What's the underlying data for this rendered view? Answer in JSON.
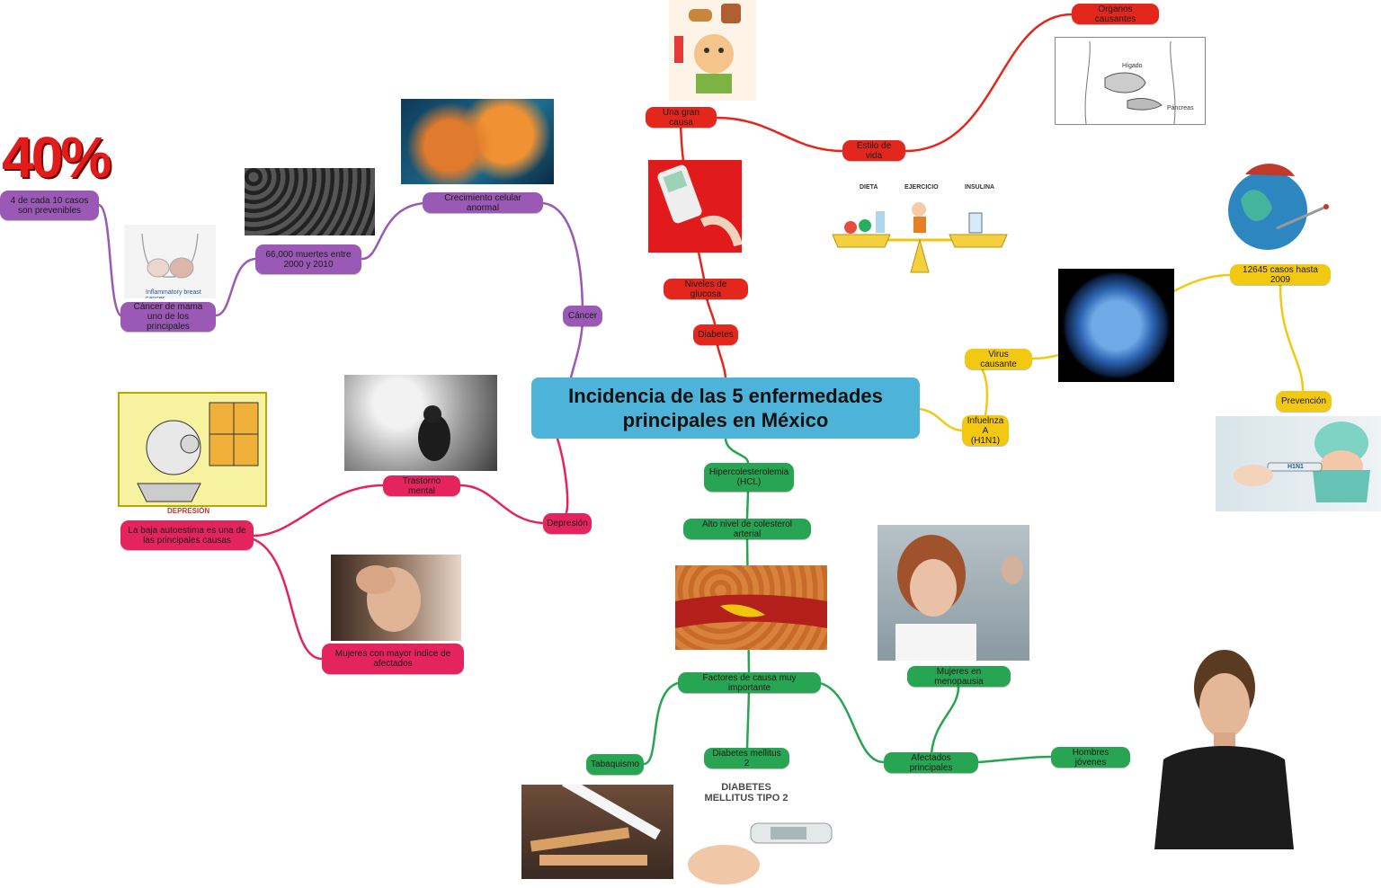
{
  "central": {
    "line1": "Incidencia de las 5 enfermedades",
    "line2": "principales en México"
  },
  "cancer": {
    "root": "Cáncer",
    "crecimiento": "Crecimiento celular anormal",
    "muertes": "66,000 muertes entre 2000 y 2010",
    "mama": "Cáncer de mama uno de los principales",
    "prevenibles": "4 de cada 10 casos son prevenibles",
    "percent": "40%",
    "breast_caption": "Inflammatory breast cancer"
  },
  "diabetes": {
    "root": "Diabetes",
    "glucosa": "Niveles de glucosa",
    "causa": "Una gran causa",
    "estilo": "Estilo de vida",
    "organos": "Organos causantes",
    "liver_label": "Hígado",
    "pancreas_label": "Páncreas",
    "balance_labels": [
      "DIETA",
      "EJERCICIO",
      "INSULINA"
    ]
  },
  "influenza": {
    "root": "Infuelnza A (H1N1)",
    "virus": "Virus causante",
    "casos": "12645 casos hasta 2009",
    "prevencion": "Prevención",
    "mask_label": "H1N1"
  },
  "depresion": {
    "root": "Depresión",
    "trastorno": "Trastorno mental",
    "autoestima": "La baja autoestima es una de las principales causas",
    "mujeres": "Mujeres con mayor índice de afectados",
    "cartoon_caption": "DEPRESIÓN"
  },
  "hcl": {
    "root": "Hipercolesterolemia (HCL)",
    "nivel": "Alto nivel de colesterol arterial",
    "factores": "Factores de causa muy importante",
    "tabaquismo": "Tabaquismo",
    "diabetes2": "Diabetes mellitus 2",
    "afectados": "Afectados principales",
    "menopausia": "Mujeres en menopausia",
    "hombres": "Hombres jóvenes",
    "dm_title": "DIABETES MELLITUS TIPO 2"
  },
  "colors": {
    "central": "#4eb3d8",
    "cancer": "#9b59b6",
    "diabetes": "#e3271c",
    "influenza": "#f2c811",
    "depresion": "#e5245d",
    "hcl": "#27a553"
  }
}
